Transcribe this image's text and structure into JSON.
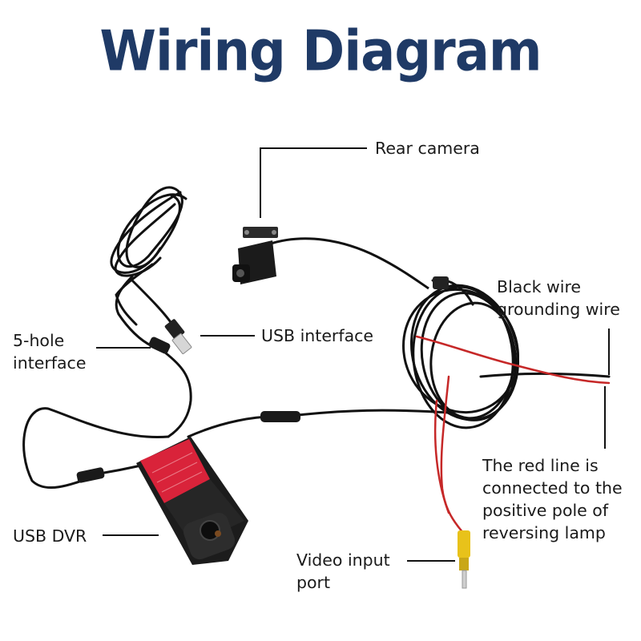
{
  "title": "Wiring Diagram",
  "labels": {
    "rear_camera": "Rear camera",
    "usb_interface": "USB interface",
    "five_hole_line1": "5-hole",
    "five_hole_line2": "interface",
    "black_wire_line1": "Black wire",
    "black_wire_line2": "grounding wire",
    "red_line_line1": "The red line is",
    "red_line_line2": "connected to the",
    "red_line_line3": "positive pole of",
    "red_line_line4": "reversing lamp",
    "usb_dvr": "USB DVR",
    "video_input_line1": "Video input",
    "video_input_line2": "port"
  },
  "colors": {
    "title": "#1f3a66",
    "cable": "#111111",
    "red_wire": "#c62828",
    "rca_yellow": "#e8c21a",
    "adhesive_red": "#d9233a"
  },
  "icons": {
    "dvr": "dash-camera-icon",
    "rear_camera": "rear-camera-icon",
    "usb": "usb-plug-icon",
    "rca": "rca-connector-icon"
  }
}
